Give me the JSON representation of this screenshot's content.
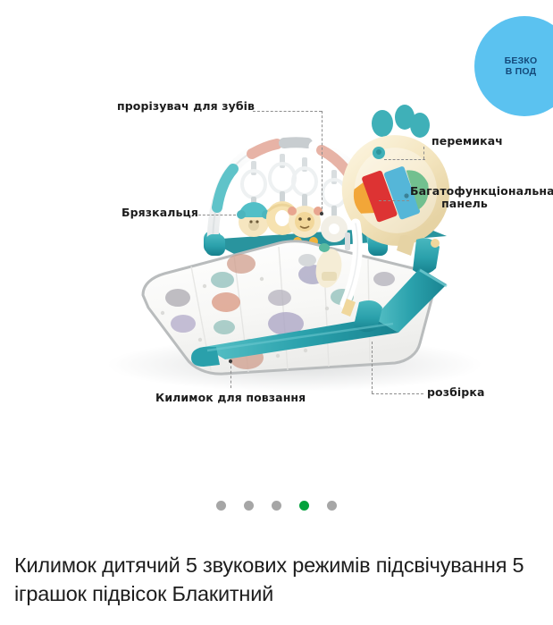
{
  "promo_badge": {
    "line1": "БЕЗКО",
    "line2": "В ПОД",
    "bg_color": "#5bc2f0",
    "text_color": "#14497a"
  },
  "product_image": {
    "alt": "Дитячий розвиваючий килимок з дугами, підвісками та музичною панеллю",
    "colors": {
      "frame_teal": "#2fa3ad",
      "frame_teal_dark": "#1b8793",
      "mat_white": "#f6f6f4",
      "mat_edge_gray": "#b9bcbd",
      "panel_cream": "#f3e7c4",
      "key_orange": "#f2a638",
      "key_red": "#dd3333",
      "key_blue": "#55b6d8",
      "key_green": "#72c08f",
      "toy_cream": "#f6e6c0",
      "toy_pink": "#e8a9a1",
      "arch_white": "#fbfbfb"
    }
  },
  "callouts": [
    {
      "id": "teether",
      "text": "прорізувач для зубів"
    },
    {
      "id": "rattles",
      "text": "Брязкальця"
    },
    {
      "id": "switch",
      "text": "перемикач"
    },
    {
      "id": "panel_l1",
      "text": "Багатофункціональна"
    },
    {
      "id": "panel_l2",
      "text": "панель"
    },
    {
      "id": "mat",
      "text": "Килимок для повзання"
    },
    {
      "id": "disassembly",
      "text": "розбірка"
    }
  ],
  "pagination": {
    "total": 5,
    "active_index": 4,
    "active_color": "#03a23c",
    "inactive_color": "#a6a6a6"
  },
  "title": {
    "text": "Килимок дитячий 5 звукових режимів підсвічування 5 іграшок підвісок Блакитний"
  }
}
